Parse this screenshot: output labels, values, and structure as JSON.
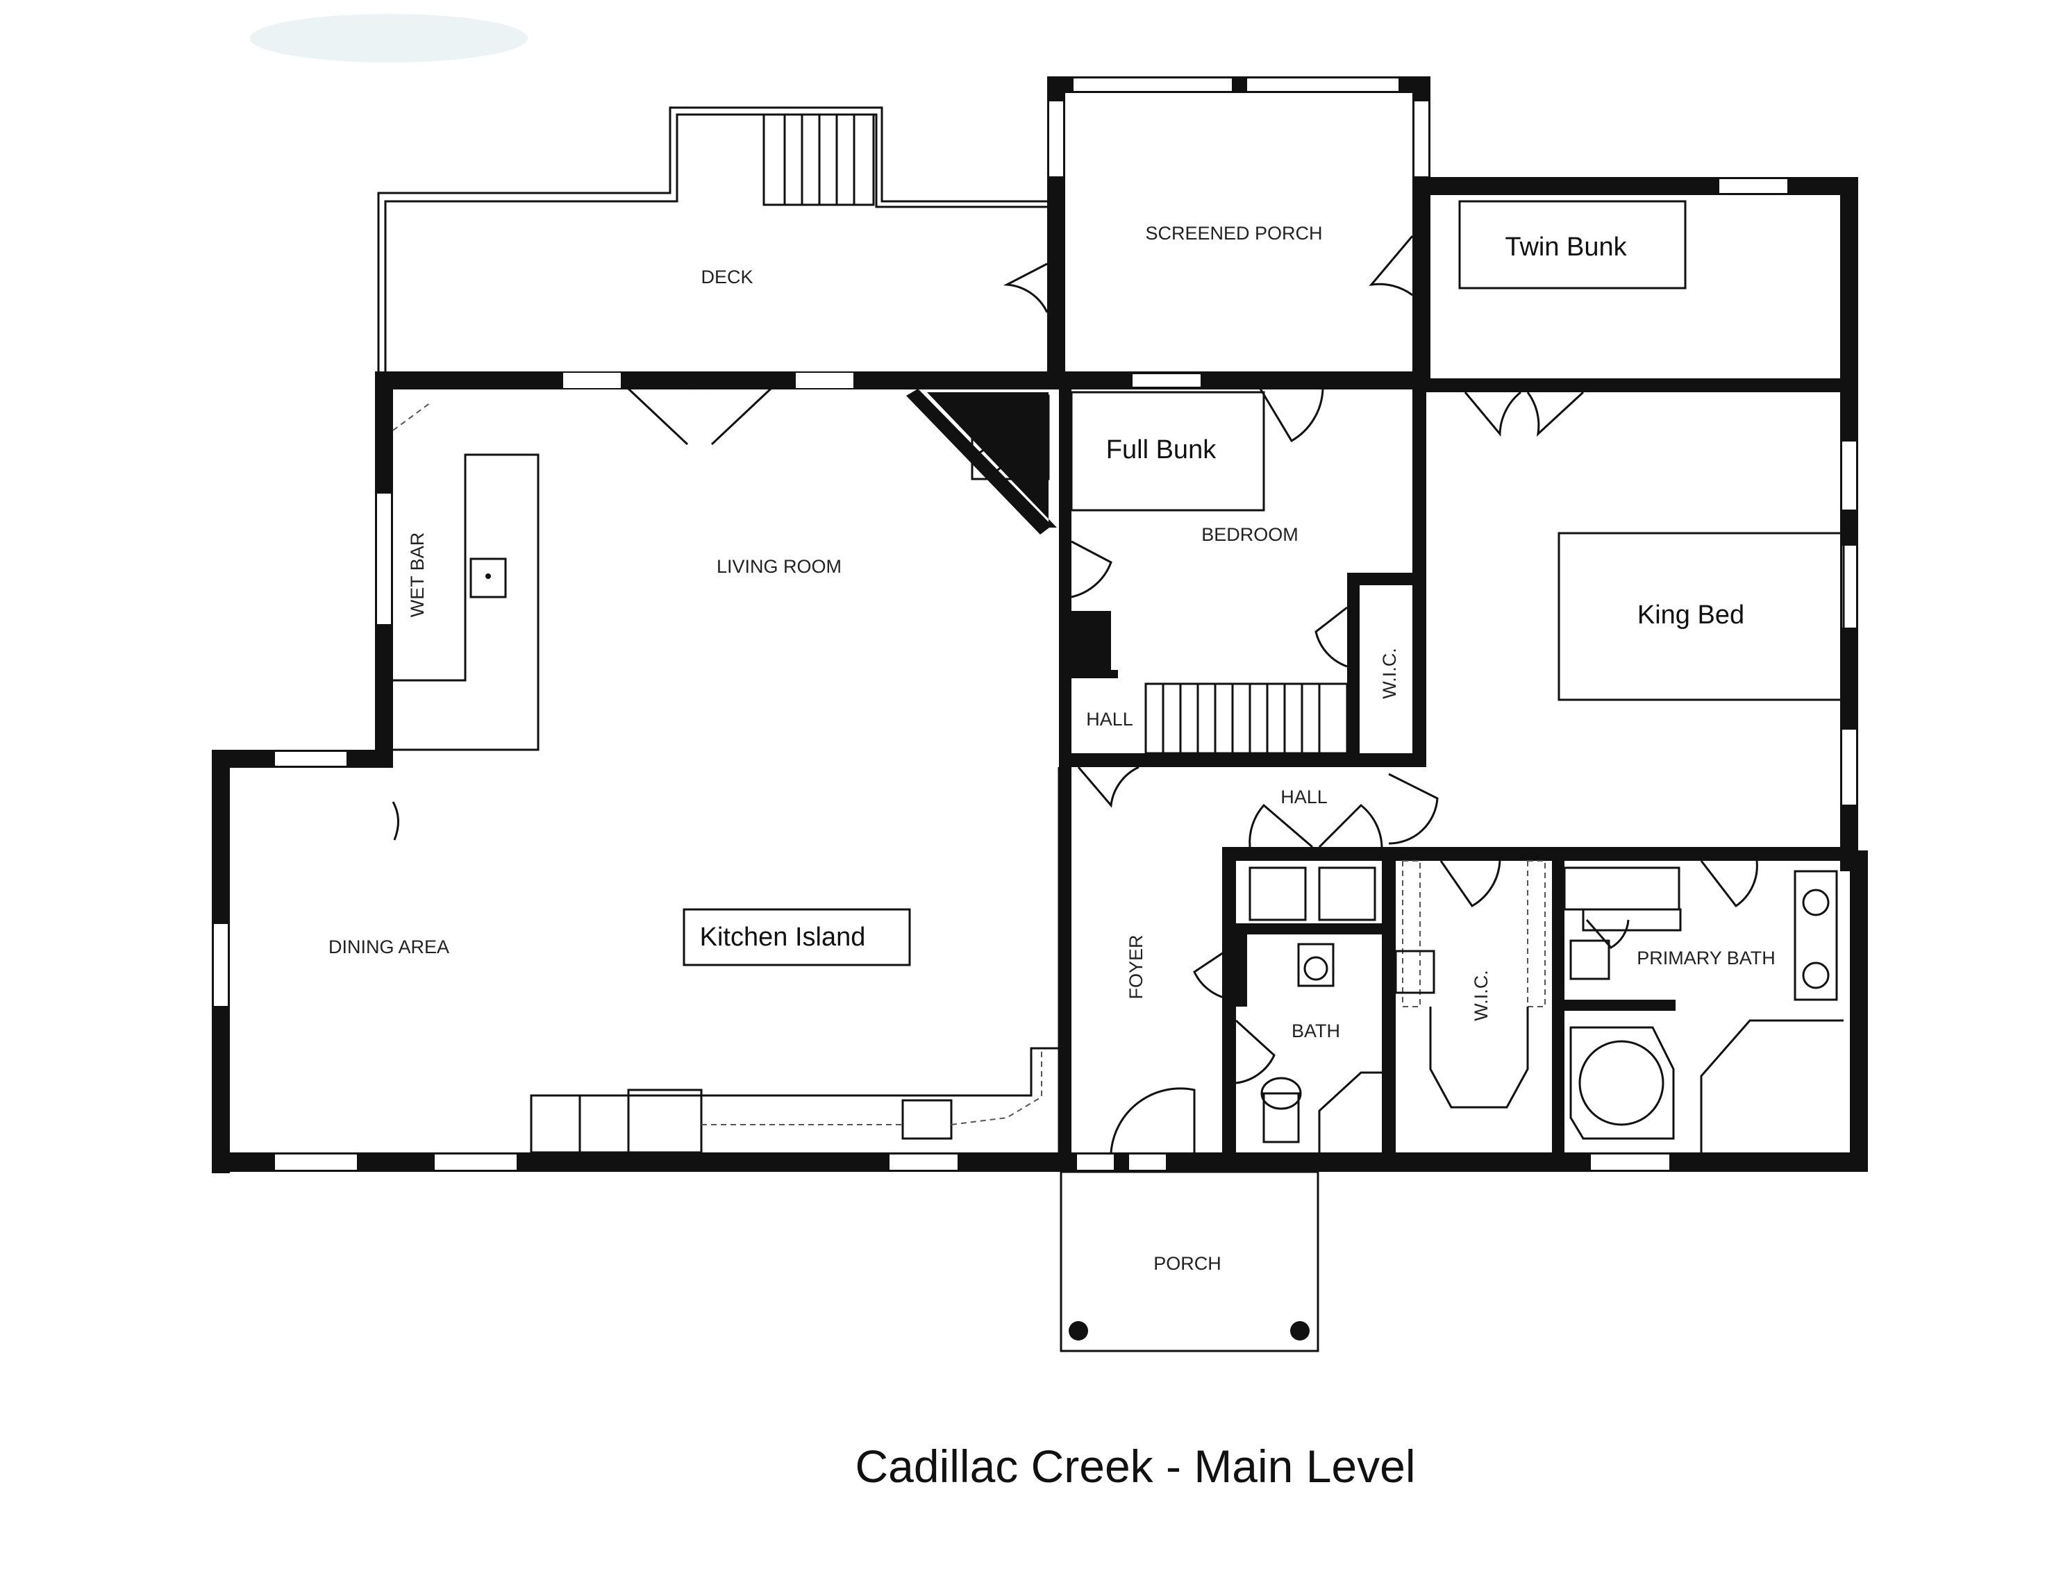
{
  "title": "Cadillac Creek - Main Level",
  "rooms": {
    "deck": "DECK",
    "screened_porch": "SCREENED PORCH",
    "twin_bunk": "Twin Bunk",
    "full_bunk": "Full Bunk",
    "bedroom": "BEDROOM",
    "king_bed": "King Bed",
    "wet_bar": "WET BAR",
    "living_room": "LIVING ROOM",
    "wic_upper": "W.I.C.",
    "hall_upper": "HALL",
    "hall_lower": "HALL",
    "dining_area": "DINING AREA",
    "kitchen_island": "Kitchen Island",
    "foyer": "FOYER",
    "bath": "BATH",
    "wic_lower": "W.I.C.",
    "primary_bath": "PRIMARY BATH",
    "porch": "PORCH"
  },
  "colors": {
    "wall": "#111111",
    "background": "#ffffff"
  }
}
